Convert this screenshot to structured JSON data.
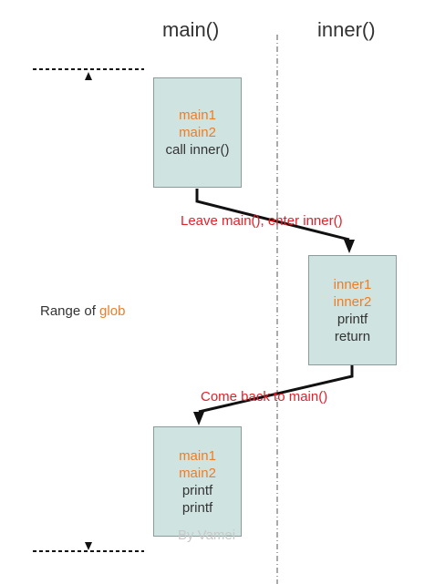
{
  "columns": {
    "main": "main()",
    "inner": "inner()"
  },
  "boxes": {
    "main_first": {
      "lines": [
        {
          "text": "main1",
          "color": "orange"
        },
        {
          "text": "main2",
          "color": "orange"
        },
        {
          "text": "call inner()",
          "color": "dark"
        }
      ]
    },
    "inner": {
      "lines": [
        {
          "text": "inner1",
          "color": "orange"
        },
        {
          "text": "inner2",
          "color": "orange"
        },
        {
          "text": "printf",
          "color": "dark"
        },
        {
          "text": "return",
          "color": "dark"
        }
      ]
    },
    "main_second": {
      "lines": [
        {
          "text": "main1",
          "color": "orange"
        },
        {
          "text": "main2",
          "color": "orange"
        },
        {
          "text": "printf",
          "color": "dark"
        },
        {
          "text": "printf",
          "color": "dark"
        }
      ]
    }
  },
  "transitions": {
    "leave": "Leave main(), enter inner()",
    "return": "Come back to main()"
  },
  "range": {
    "prefix": "Range of ",
    "variable": "glob"
  },
  "watermark": "By Vamei",
  "colors": {
    "box_fill": "#cfe4e1",
    "highlight": "#ee7d25",
    "transition_text": "#e4202a",
    "text": "#333333"
  }
}
